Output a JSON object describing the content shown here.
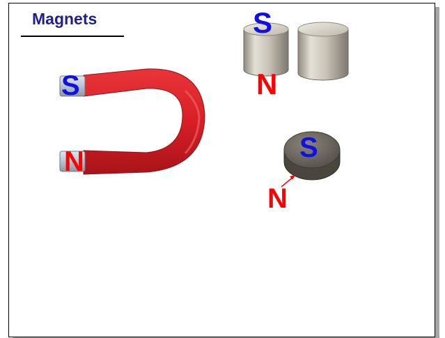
{
  "title": "Magnets",
  "poles": {
    "south": "S",
    "north": "N"
  },
  "colors": {
    "title": "#1f1f8f",
    "south_label": "#1010e0",
    "north_label": "#ff0000",
    "horseshoe_red": "#d81f26",
    "steel_tip": "#b9c3cf",
    "cylinder_silver": "#c9c4b8",
    "disc_dark": "#5f5a52"
  },
  "images": [
    {
      "name": "horseshoe-magnet",
      "description": "red horseshoe magnet with silver pole tips"
    },
    {
      "name": "cylinder-magnet-pair",
      "description": "two silver cylindrical magnets"
    },
    {
      "name": "disc-magnet",
      "description": "dark grey disc magnet"
    }
  ]
}
